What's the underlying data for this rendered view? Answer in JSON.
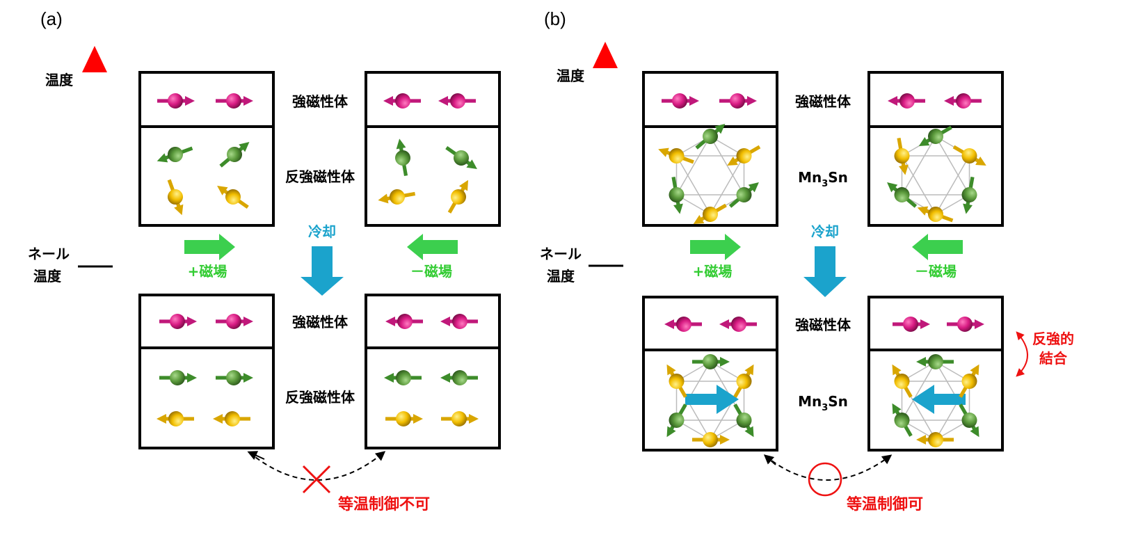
{
  "panels": {
    "a": {
      "letter": "(a)",
      "temperature": "温度",
      "neel_line1": "ネール",
      "neel_line2": "温度",
      "top_ferro": "強磁性体",
      "top_lower": "反強磁性体",
      "bottom_ferro": "強磁性体",
      "bottom_lower": "反強磁性体",
      "cooling": "冷却",
      "plus_field": "+磁場",
      "minus_field": "－磁場",
      "result": "等温制御不可"
    },
    "b": {
      "letter": "(b)",
      "temperature": "温度",
      "neel_line1": "ネール",
      "neel_line2": "温度",
      "top_ferro": "強磁性体",
      "top_lower_main": "Mn",
      "top_lower_sub": "3",
      "top_lower_tail": "Sn",
      "bottom_ferro": "強磁性体",
      "bottom_lower_main": "Mn",
      "bottom_lower_sub": "3",
      "bottom_lower_tail": "Sn",
      "cooling": "冷却",
      "plus_field": "+磁場",
      "minus_field": "－磁場",
      "coupling_line1": "反強的",
      "coupling_line2": "結合",
      "result": "等温制御可"
    }
  },
  "colors": {
    "ferro_spin": "#c0187a",
    "green_spin": "#3d8c2a",
    "yellow_spin": "#d9a600",
    "field_arrow": "#3ccf4e",
    "cooling_arrow": "#1ba3cc",
    "label_green": "#33cc33",
    "label_blue": "#1ba3cc",
    "label_red": "#ee1111",
    "hex_line": "#bbbbbb"
  }
}
